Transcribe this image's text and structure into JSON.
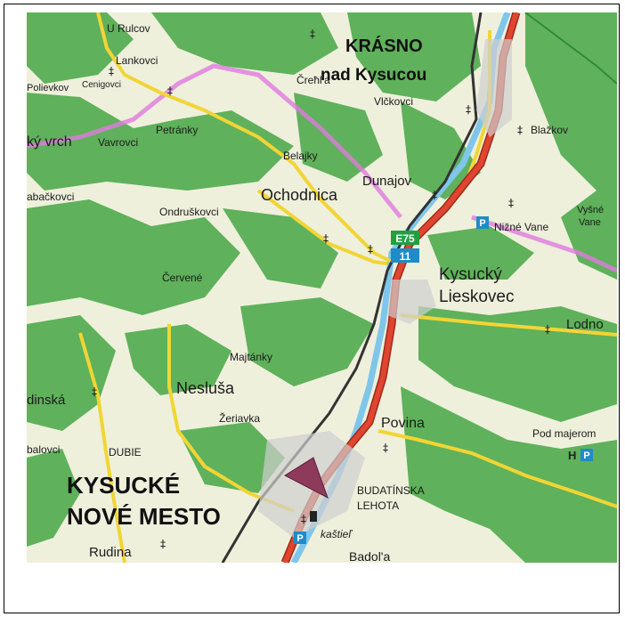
{
  "map": {
    "labels": {
      "krasno": "KRÁSNO",
      "nad_kysucou": "nad Kysucou",
      "kysucke": "KYSUCKÉ",
      "nove_mesto": "NOVÉ MESTO",
      "u_rulcov": "U Rulcov",
      "lankovci": "Lankovci",
      "poljevkov": "Polievkov",
      "cenigovci": "Cenigovci",
      "petranky": "Petránky",
      "vavrovci": "Vavrovci",
      "vrch": "ký vrch",
      "crehla": "Čreħl'a",
      "vlckovci": "Vlčkovci",
      "blazkov": "Blažkov",
      "belajky": "Belajky",
      "dunajov": "Dunajov",
      "ochodnica": "Ochodnica",
      "abackovci": "abačkovci",
      "ondruskovci": "Ondruškovci",
      "vysne": "Vyšné",
      "vane": "Vane",
      "nizne_vane": "Nižné Vane",
      "kysucky": "Kysucký",
      "lieskovec": "Lieskovec",
      "lodno": "Lodno",
      "cervene": "Červené",
      "majtanky": "Majtánky",
      "nesklusa": "Nesluša",
      "dinska": "dinská",
      "zeriavka": "Žeriavka",
      "povina": "Povina",
      "pod_majerom": "Pod majerom",
      "balovci": "balovci",
      "dubie": "DUBIE",
      "budatinska": "BUDATÍNSKA",
      "lehota": "LEHOTA",
      "kastiel": "kaštieľ",
      "rudina": "Rudina",
      "badola": "Badol'a",
      "road_e75": "E75",
      "road_11": "11",
      "parking": "P",
      "hotel": "H"
    },
    "colors": {
      "forest": "#5fb15b",
      "meadow": "#eef0dc",
      "major_road": "#e0452f",
      "secondary_road": "#f2d535",
      "railway": "#333333",
      "river": "#7fc6ea",
      "border": "#e07ae0",
      "green_route": "#2e8b3d",
      "road_badge": "#1f8cc8",
      "euro_badge": "#21a040",
      "pointer": "#8e3a5a"
    },
    "icons": [
      "church-icon",
      "parking-icon",
      "hotel-icon",
      "castle-icon",
      "location-pointer-icon"
    ]
  }
}
